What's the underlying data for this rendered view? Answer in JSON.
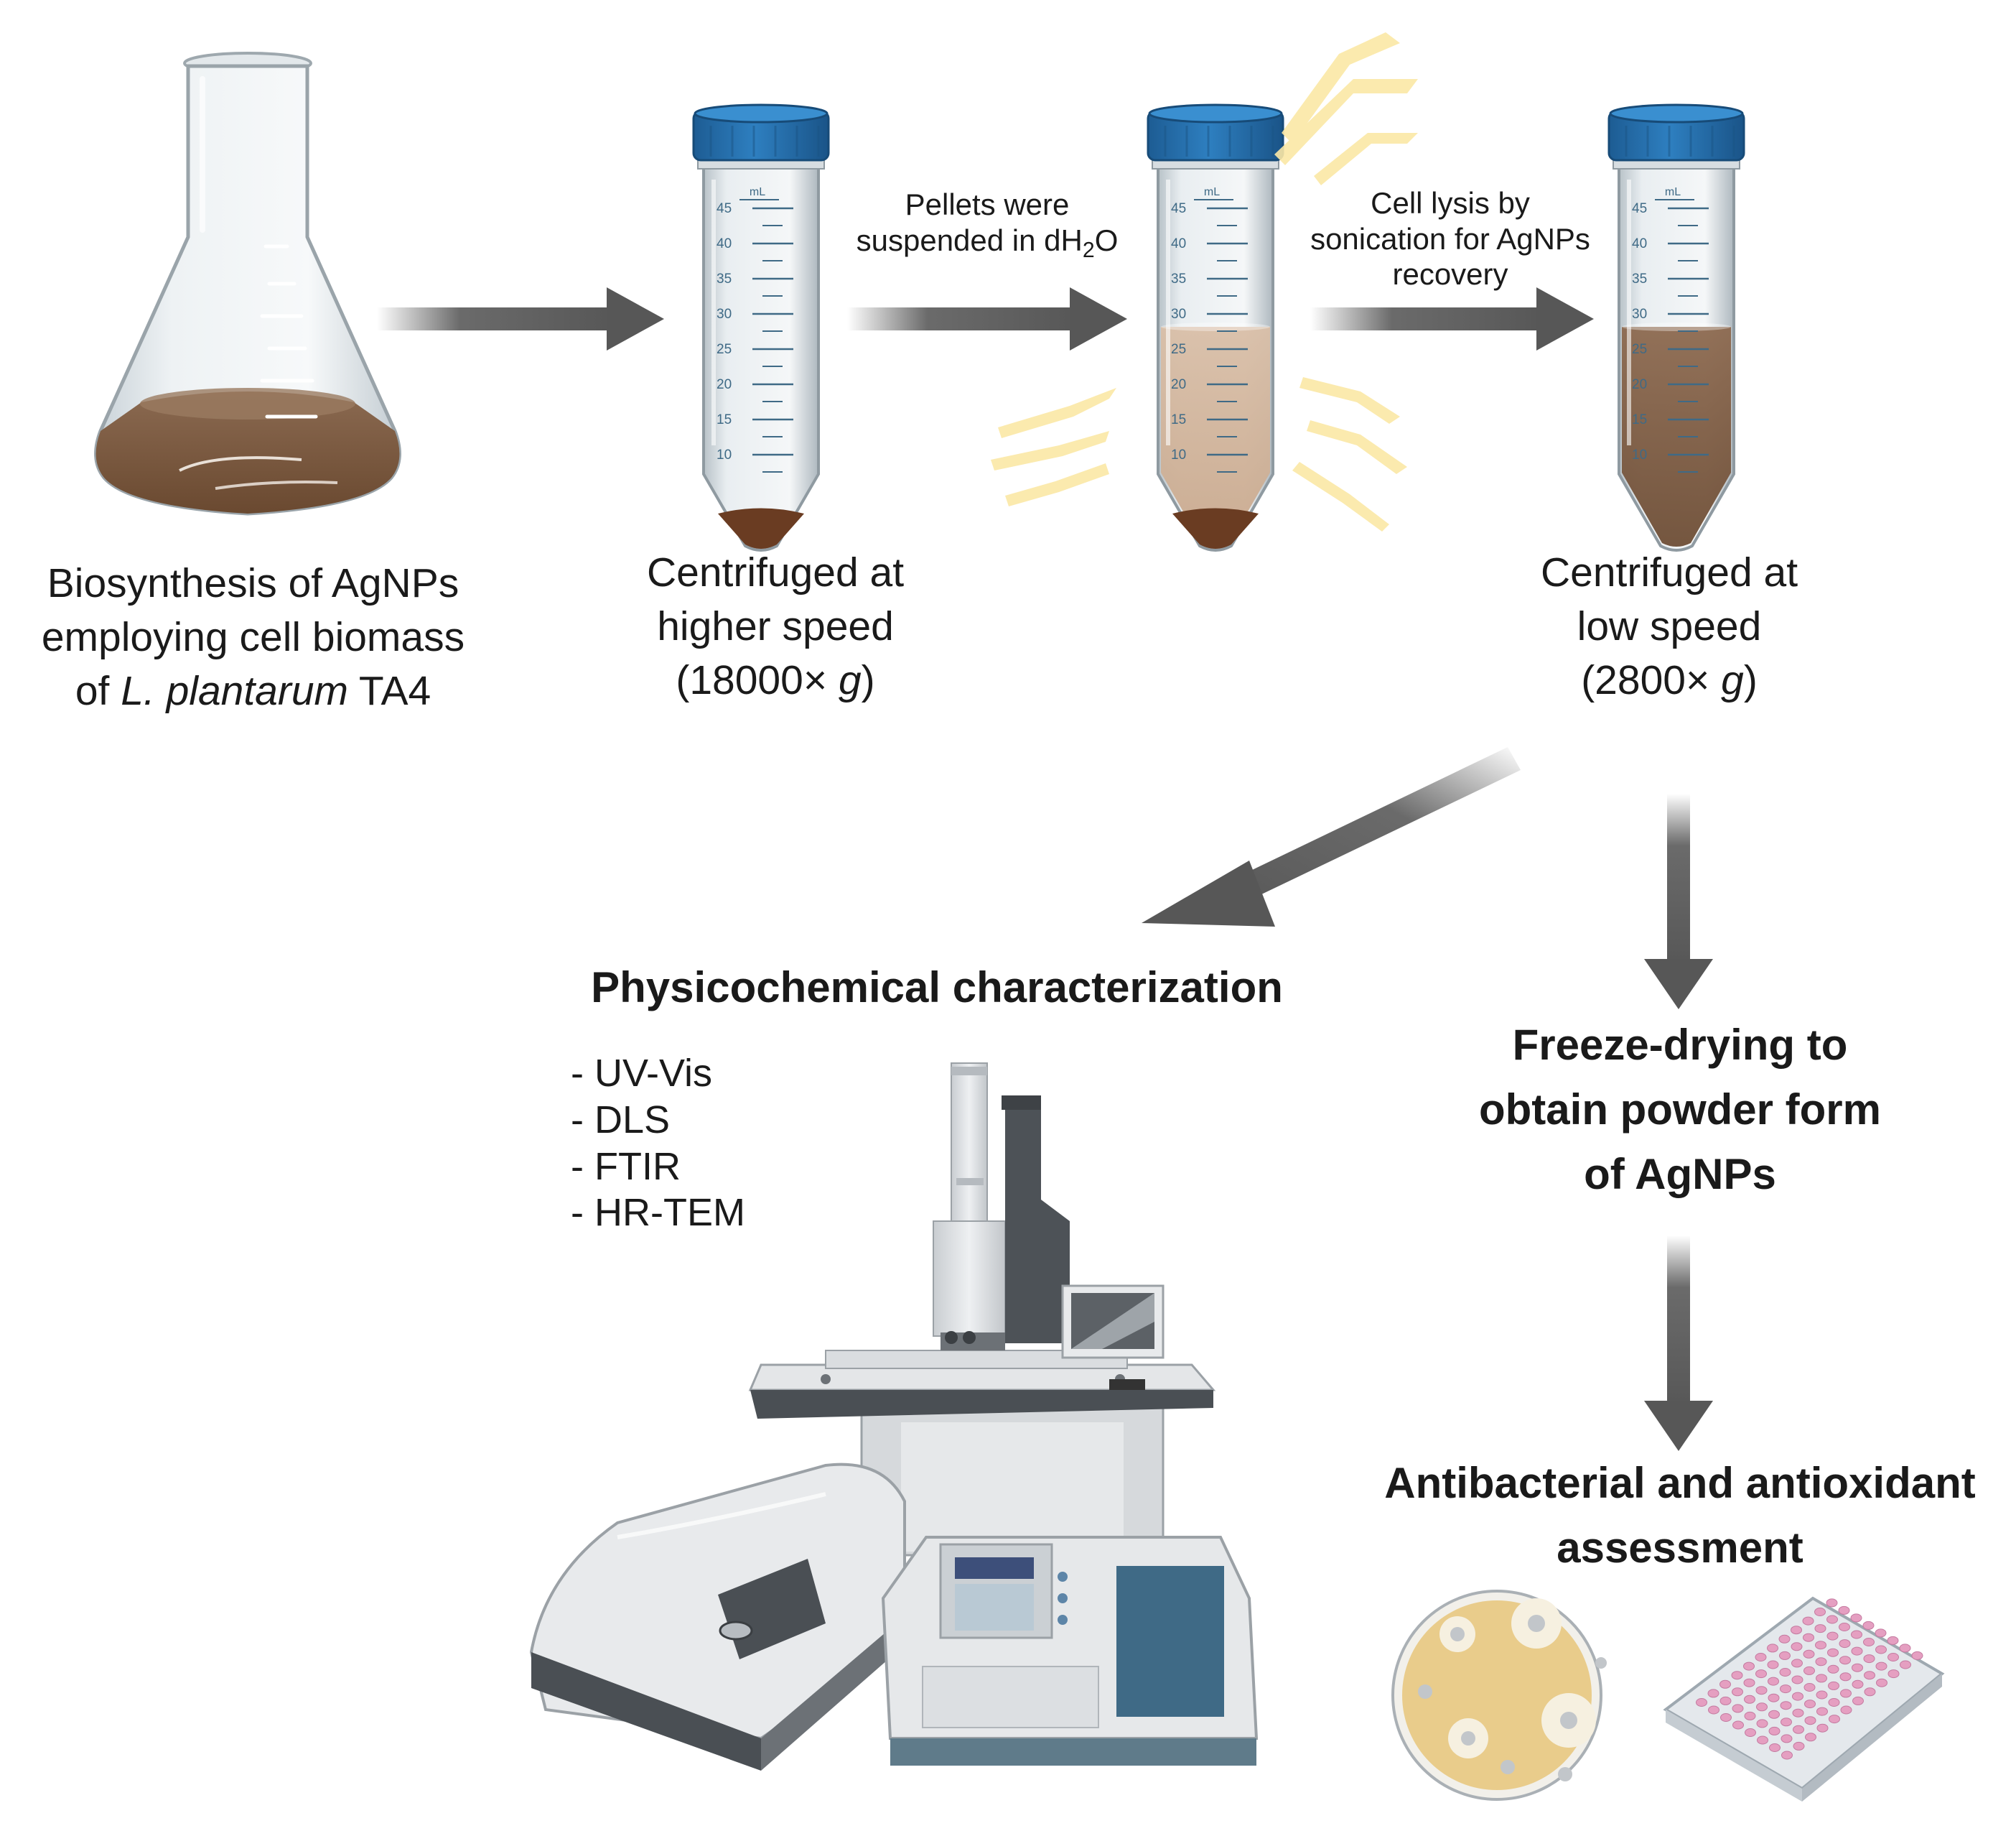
{
  "steps": {
    "biosynthesis": {
      "line1": "Biosynthesis of AgNPs",
      "line2": "employing cell biomass",
      "line3_pre": "of ",
      "line3_italic": "L. plantarum",
      "line3_post": " TA4"
    },
    "centrifuge_high": {
      "line1": "Centrifuged at",
      "line2": "higher speed",
      "line3_pre": "(18000× ",
      "line3_italic": "g",
      "line3_post": ")"
    },
    "centrifuge_low": {
      "line1": "Centrifuged at",
      "line2": "low speed",
      "line3_pre": "(2800× ",
      "line3_italic": "g",
      "line3_post": ")"
    }
  },
  "arrows": {
    "suspend": {
      "line1": "Pellets were",
      "line2_pre": "suspended in dH",
      "line2_sub": "2",
      "line2_post": "O"
    },
    "lysis": {
      "line1": "Cell lysis by",
      "line2": "sonication for AgNPs",
      "line3": "recovery"
    }
  },
  "characterization": {
    "title": "Physicochemical characterization",
    "techniques": [
      "- UV-Vis",
      "- DLS",
      "- FTIR",
      "- HR-TEM"
    ]
  },
  "freeze_drying": {
    "line1": "Freeze-drying to",
    "line2": "obtain powder form",
    "line3": "of AgNPs"
  },
  "assessment": {
    "line1": "Antibacterial and antioxidant",
    "line2": "assessment"
  },
  "tube_unit": "mL",
  "tube_ticks": [
    "45",
    "40",
    "35",
    "30",
    "25",
    "20",
    "15",
    "10"
  ]
}
